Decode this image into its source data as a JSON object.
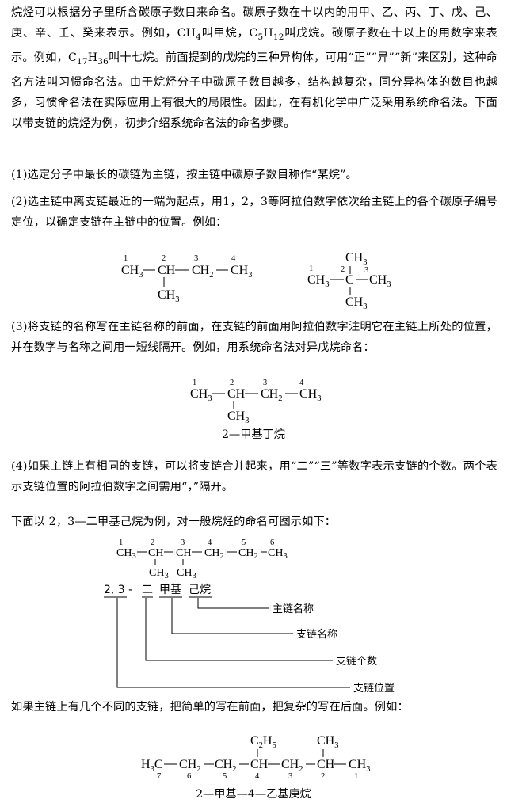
{
  "intro": {
    "s1": "烷烃可以根据分子里所含碳原子数目来命名。碳原子数在十以内的用甲、乙、丙、丁、戊、己、庚、辛、壬、癸来表示。例如，",
    "ch4_c": "CH",
    "ch4_sub": "4",
    "ch4_name": "叫甲烷，",
    "c5_c": "C",
    "c5_s1": "5",
    "c5_h": "H",
    "c5_s2": "12",
    "c5_name": "叫戊烷。碳原子数在十以上的用数字来表示。例如，",
    "c17_c": "C",
    "c17_s1": "17",
    "c17_h": "H",
    "c17_s2": "36",
    "s2": "叫十七烷。前面提到的戊烷的三种异构体，可用“正”“异”“新”来区别，这种命名方法叫习惯命名法。由于烷烃分子中碳原子数目越多，结构越复杂，同分异构体的数目也越多，习惯命名法在实际应用上有很大的局限性。因此，在有机化学中广泛采用系统命名法。下面以带支链的烷烃为例，初步介绍系统命名法的命名步骤。"
  },
  "step1": "(1)选定分子中最长的碳链为主链，按主链中碳原子数目称作“某烷”。",
  "step2": "(2)选主链中离支链最近的一端为起点，用1，2，3等阿拉伯数字依次给主链上的各个碳原子编号定位，以确定支链在主链中的位置。例如：",
  "formula1": {
    "nums": [
      "1",
      "2",
      "3",
      "4"
    ],
    "g1": "CH",
    "g1s": "3",
    "g2": "CH",
    "g3": "CH",
    "g3s": "2",
    "g4": "CH",
    "g4s": "3",
    "br": "CH",
    "brs": "3"
  },
  "formula2": {
    "n1": "1",
    "n2": "2",
    "n3": "3",
    "top": "CH",
    "tops": "3",
    "left": "CH",
    "lefts": "3",
    "center": "C",
    "right": "CH",
    "rights": "3",
    "bottom": "CH",
    "bottoms": "3"
  },
  "step3": "(3)将支链的名称写在主链名称的前面，在支链的前面用阿拉伯数字注明它在主链上所处的位置，并在数字与名称之间用一短线隔开。例如，用系统命名法对异戊烷命名：",
  "formula3": {
    "nums": [
      "1",
      "2",
      "3",
      "4"
    ],
    "g1": "CH",
    "g1s": "3",
    "g2": "CH",
    "g3": "CH",
    "g3s": "2",
    "g4": "CH",
    "g4s": "3",
    "br": "CH",
    "brs": "3"
  },
  "name3": "2—甲基丁烷",
  "step4": "(4)如果主链上有相同的支链，可以将支链合并起来，用“二”“三”等数字表示支链的个数。两个表示支链位置的阿拉伯数字之间需用“，”隔开。",
  "diagram_intro": "下面以 2，3—二甲基己烷为例，对一般烷烃的命名可图示如下：",
  "formula4": {
    "nums": [
      "1",
      "2",
      "3",
      "4",
      "5",
      "6"
    ],
    "g1": "CH",
    "g1s": "3",
    "g2": "CH",
    "g3": "CH",
    "g4": "CH",
    "g4s": "2",
    "g5": "CH",
    "g5s": "2",
    "g6": "CH",
    "g6s": "3",
    "br": "CH",
    "brs": "3"
  },
  "diagram": {
    "name_pos": "2, 3 -",
    "name_count": "二",
    "name_sub": "甲基",
    "name_main": "己烷",
    "label_main": "主链名称",
    "label_sub": "支链名称",
    "label_count": "支链个数",
    "label_pos": "支链位置"
  },
  "final_text": "如果主链上有几个不同的支链，把简单的写在前面，把复杂的写在后面。例如：",
  "formula5": {
    "g7": "H",
    "g7s": "3",
    "g7c": "C",
    "g6": "CH",
    "g6s": "2",
    "g5": "CH",
    "g5s": "2",
    "g4": "CH",
    "g3": "CH",
    "g3s": "2",
    "g2": "CH",
    "g1": "CH",
    "g1s": "3",
    "br4": "C",
    "br4s1": "2",
    "br4h": "H",
    "br4s2": "5",
    "br2": "CH",
    "br2s": "3",
    "nums": [
      "7",
      "6",
      "5",
      "4",
      "3",
      "2",
      "1"
    ]
  },
  "name5": "2—甲基—4—乙基庚烷"
}
